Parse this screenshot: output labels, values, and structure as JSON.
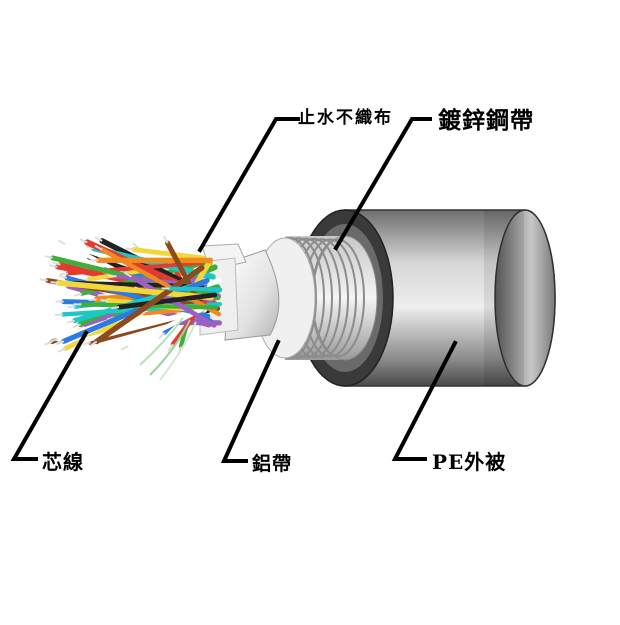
{
  "diagram": {
    "labels": {
      "nonwoven": "止水不織布",
      "steel_tape": "鍍鋅鋼帶",
      "core_wires": "芯線",
      "aluminum_tape": "鋁帶",
      "pe_jacket": "PE外被"
    },
    "colors": {
      "jacket_dark": "#4a4a4a",
      "jacket_mid": "#9a9a9a",
      "jacket_light": "#d8d8d8",
      "aluminum": "#e6e6e6",
      "leader_line": "#000000"
    },
    "wire_colors": [
      "#e23b2f",
      "#f08a1e",
      "#ffffff",
      "#2a7be4",
      "#3fae3a",
      "#9c5fc4",
      "#f3d73a",
      "#222222",
      "#8b4a1f",
      "#1ec6c6"
    ]
  }
}
